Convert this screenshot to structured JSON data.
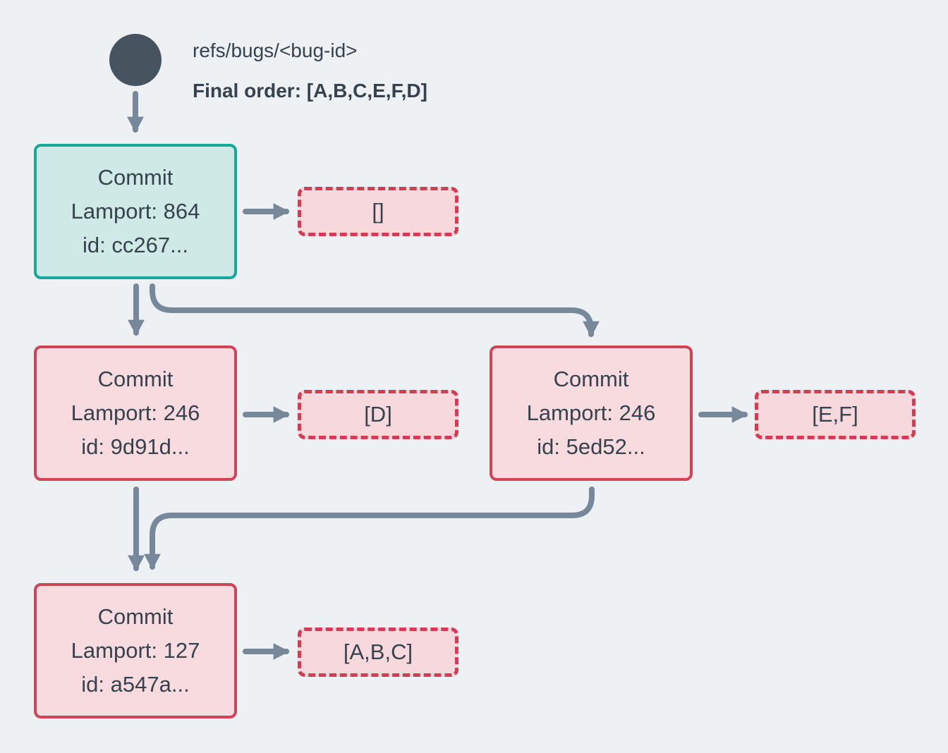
{
  "header": {
    "ref": "refs/bugs/<bug-id>",
    "final_order": "Final order: [A,B,C,E,F,D]"
  },
  "commits": {
    "head": {
      "title": "Commit",
      "lamport": "Lamport: 864",
      "id": "id: cc267...",
      "payload": "[]"
    },
    "left": {
      "title": "Commit",
      "lamport": "Lamport: 246",
      "id": "id: 9d91d...",
      "payload": "[D]"
    },
    "right": {
      "title": "Commit",
      "lamport": "Lamport: 246",
      "id": "id: 5ed52...",
      "payload": "[E,F]"
    },
    "merge": {
      "title": "Commit",
      "lamport": "Lamport: 127",
      "id": "id: a547a...",
      "payload": "[A,B,C]"
    }
  },
  "colors": {
    "background": "#eef1f4",
    "ref_node": "#47545f",
    "arrow": "#77889b",
    "head_border": "#18a699",
    "head_fill": "#cfeae6",
    "commit_border": "#d34357",
    "commit_fill": "#f8dbdf",
    "payload_border": "#d53b52",
    "payload_fill": "#f6d8dd",
    "text": "#36424d"
  },
  "icons": {
    "ref_node": "filled-circle",
    "connector": "arrow"
  }
}
